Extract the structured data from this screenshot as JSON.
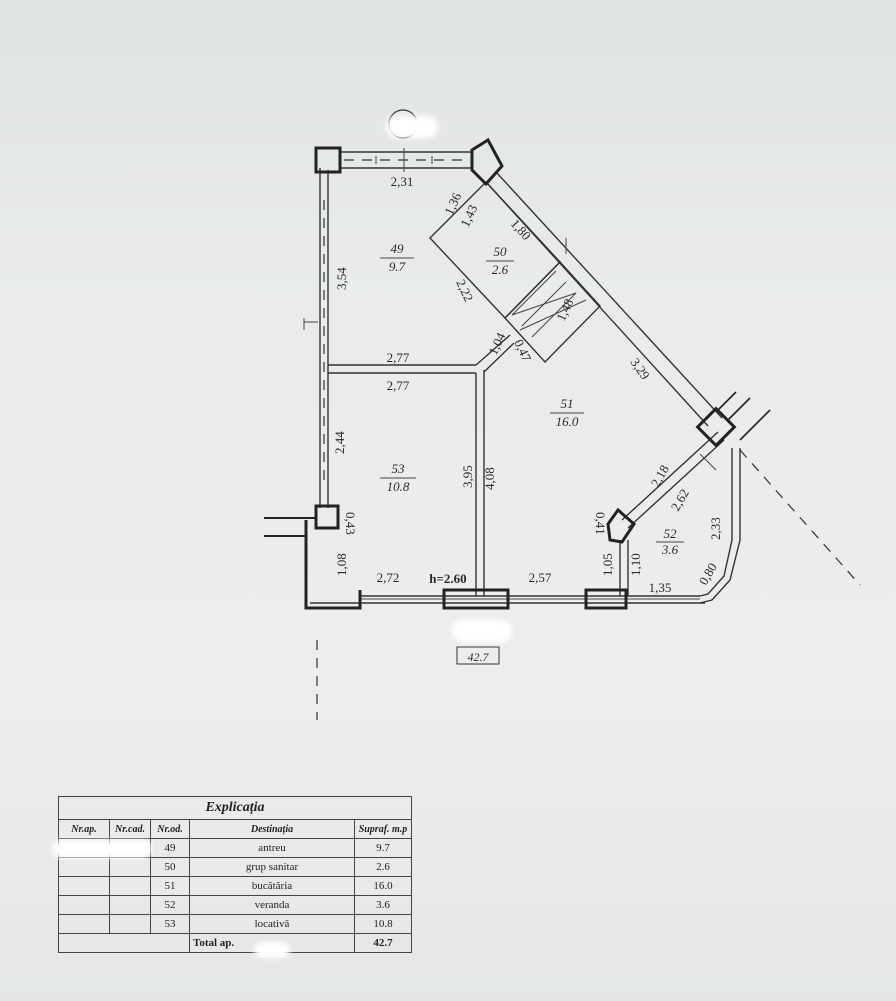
{
  "plan": {
    "rooms": [
      {
        "nr": "49",
        "area": "9.7"
      },
      {
        "nr": "50",
        "area": "2.6"
      },
      {
        "nr": "51",
        "area": "16.0"
      },
      {
        "nr": "52",
        "area": "3.6"
      },
      {
        "nr": "53",
        "area": "10.8"
      }
    ],
    "dimensions": {
      "d_231": "2,31",
      "d_136": "1,36",
      "d_143": "1,43",
      "d_180": "1,80",
      "d_354": "3,54",
      "d_222": "2,22",
      "d_148": "1,48",
      "d_104": "1,04",
      "d_047": "0,47",
      "d_277a": "2,77",
      "d_277b": "2,77",
      "d_329": "3,29",
      "d_244": "2,44",
      "d_395": "3,95",
      "d_408": "4,08",
      "d_218": "2,18",
      "d_262": "2,62",
      "d_043": "0,43",
      "d_041": "0,41",
      "d_233": "2,33",
      "d_108": "1,08",
      "d_272": "2,72",
      "d_257": "2,57",
      "d_105": "1,05",
      "d_110": "1,10",
      "d_135": "1,35",
      "d_080": "0,80"
    },
    "height": "h=2.60",
    "total_area": "42.7"
  },
  "legend": {
    "title": "Explicația",
    "headers": [
      "Nr.ap.",
      "Nr.cad.",
      "Nr.od.",
      "Destinația",
      "Supraf. m.p"
    ],
    "rows": [
      {
        "nr_od": "49",
        "destinatia": "antreu",
        "suprafata": "9.7"
      },
      {
        "nr_od": "50",
        "destinatia": "grup sanitar",
        "suprafata": "2.6"
      },
      {
        "nr_od": "51",
        "destinatia": "bucătăria",
        "suprafata": "16.0"
      },
      {
        "nr_od": "52",
        "destinatia": "veranda",
        "suprafata": "3.6"
      },
      {
        "nr_od": "53",
        "destinatia": "locativă",
        "suprafata": "10.8"
      }
    ],
    "total_label": "Total ap.",
    "total_value": "42.7"
  }
}
